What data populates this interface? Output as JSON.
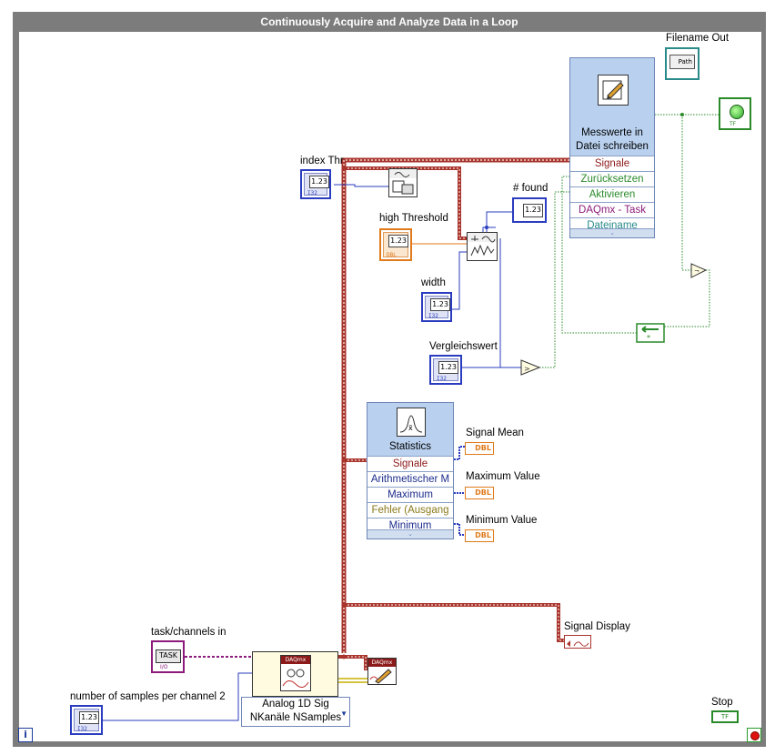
{
  "loop": {
    "title": "Continuously Acquire and Analyze Data in a Loop"
  },
  "labels": {
    "filename_out": "Filename Out",
    "index_threshold": "index Thr",
    "found": "# found",
    "high_threshold": "high Threshold",
    "width": "width",
    "compare_value": "Vergleichswert",
    "signal_mean": "Signal Mean",
    "maximum_value": "Maximum Value",
    "minimum_value": "Minimum Value",
    "signal_display": "Signal Display",
    "task_channels_in": "task/channels in",
    "samples_per_channel": "number of samples per channel 2",
    "stop": "Stop"
  },
  "write_node": {
    "title_line1": "Messwerte in",
    "title_line2": "Datei schreiben",
    "rows": [
      "Signale",
      "Zurücksetzen",
      "Aktivieren",
      "DAQmx - Task",
      "Dateiname"
    ]
  },
  "stats_node": {
    "title": "Statistics",
    "rows": [
      "Signale",
      "Arithmetischer M",
      "Maximum",
      "Fehler (Ausgang",
      "Minimum"
    ]
  },
  "daq_node": {
    "header": "DAQmx",
    "line1": "Analog 1D Sig",
    "line2": "NKanäle NSamples"
  },
  "terminals": {
    "numeric": "1.23",
    "i32": "I32",
    "dbl": "DBL",
    "path": "Path",
    "tf": "TF",
    "task": "TASK",
    "io": "I/O"
  },
  "info_symbol": "i",
  "colors": {
    "loop_border": "#7c7c7c",
    "wire_signal": "#a8342d",
    "wire_signal_light": "#e0b8a8",
    "wire_int": "#2a3cbf",
    "wire_dbl": "#e07a1b",
    "wire_bool": "#2a8a2a",
    "wire_task": "#8c1a7a",
    "wire_error": "#c8b000"
  }
}
